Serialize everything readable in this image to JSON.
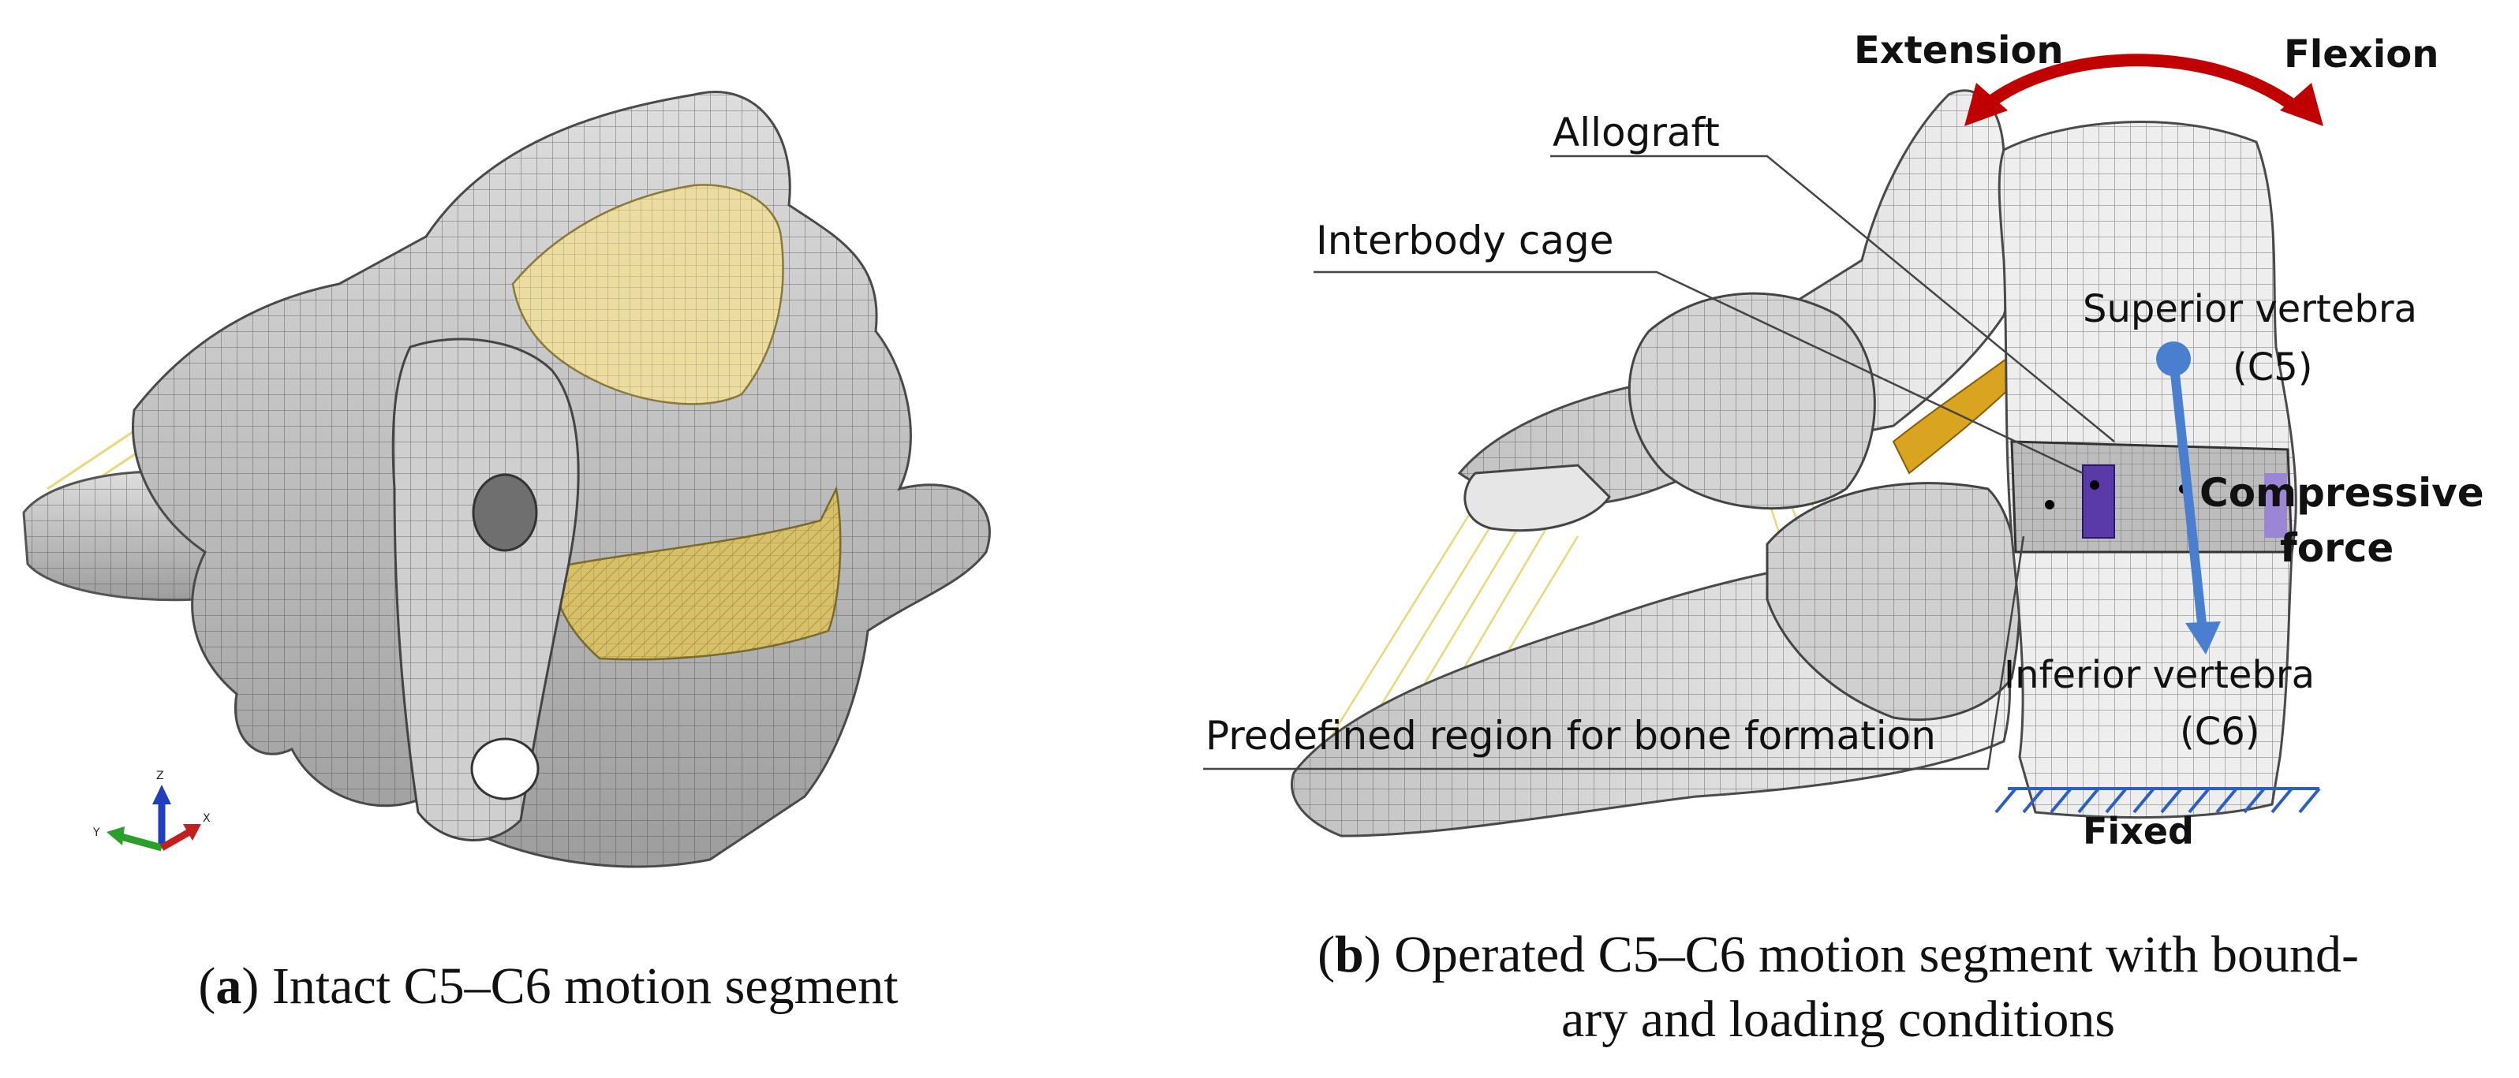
{
  "panel_a": {
    "caption_letter": "a",
    "caption_text": "Intact C5–C6 motion segment",
    "triad_labels": {
      "z": "Z",
      "y": "Y",
      "x": "X"
    }
  },
  "panel_b": {
    "caption_letter": "b",
    "caption_line1": "Operated C5–C6 motion segment with bound-",
    "caption_line2": "ary and loading conditions",
    "labels": {
      "extension": "Extension",
      "flexion": "Flexion",
      "allograft": "Allograft",
      "interbody_cage": "Interbody cage",
      "superior_vertebra": "Superior vertebra",
      "superior_code": "(C5)",
      "compressive_line1": "Compressive",
      "compressive_line2": "force",
      "inferior_vertebra": "Inferior vertebra",
      "inferior_code": "(C6)",
      "predefined_region": "Predefined region for bone formation",
      "fixed": "Fixed"
    }
  },
  "colors": {
    "bone": "#c9c9c9",
    "bone_shadow": "#8e8e8e",
    "mesh": "#3a3a3a",
    "cartilage": "#ecdca0",
    "disc": "#d8c06a",
    "ligament": "#e8d36a",
    "rotation_arrow": "#c00000",
    "force_arrow": "#4a7fd0",
    "fixed_hatch": "#2d5fbf",
    "cage": "#5a3aa8",
    "cage_light": "#9b86d6",
    "graft": "#d9a521"
  }
}
